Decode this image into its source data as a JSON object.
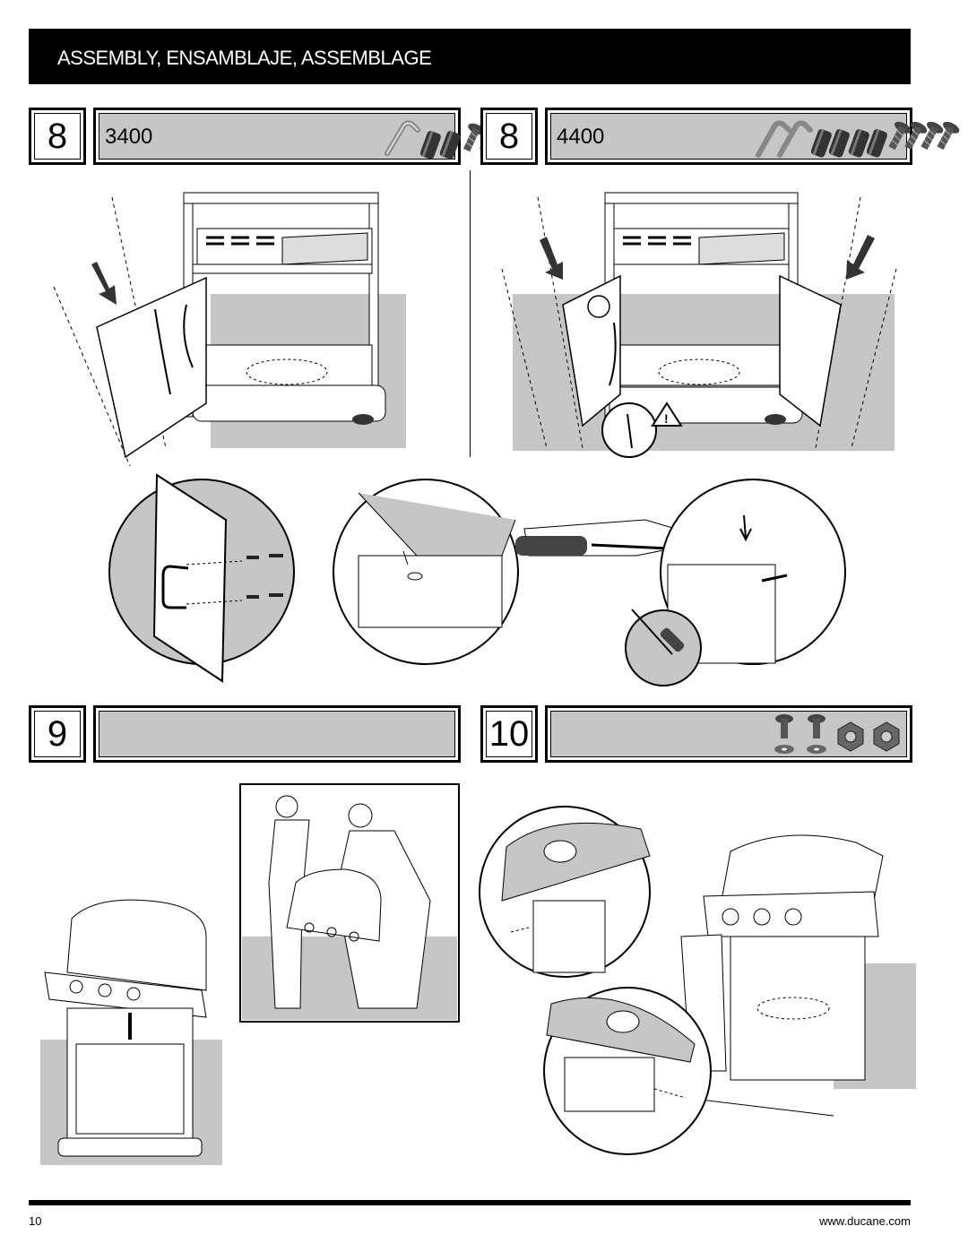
{
  "header": {
    "title": "ASSEMBLY, ENSAMBLAJE, ASSEMBLAGE"
  },
  "steps": [
    {
      "number": "8",
      "model": "3400"
    },
    {
      "number": "8",
      "model": "4400"
    },
    {
      "number": "9"
    },
    {
      "number": "10"
    }
  ],
  "footer": {
    "page_number": "10",
    "url": "www.ducane.com"
  }
}
